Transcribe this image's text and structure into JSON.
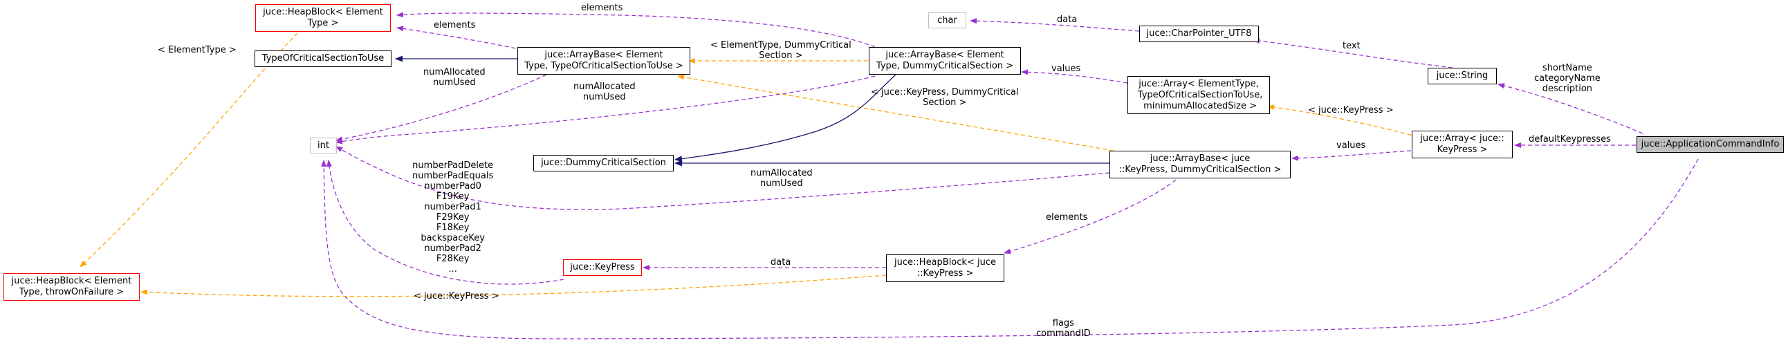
{
  "colors": {
    "member_edge": "#9a32cd",
    "template_edge": "#ffa500",
    "inherit_edge": "#191970",
    "highlight_fill": "#bfbfbf",
    "incomplete_border": "#ff0000"
  },
  "nodes": {
    "heapblock_elementtype": "juce::HeapBlock< Element\nType >",
    "type_of_critical_section": "TypeOfCriticalSectionToUse",
    "arraybase_typeof": "juce::ArrayBase< Element\nType, TypeOfCriticalSectionToUse >",
    "arraybase_dummy": "juce::ArrayBase< Element\nType, DummyCriticalSection >",
    "char": "char",
    "charpointer_utf8": "juce::CharPointer_UTF8",
    "string": "juce::String",
    "array_template": "juce::Array< ElementType,\n TypeOfCriticalSectionToUse,\n minimumAllocatedSize >",
    "int": "int",
    "dummy_critical_section": "juce::DummyCriticalSection",
    "arraybase_keypress": "juce::ArrayBase< juce\n::KeyPress, DummyCriticalSection >",
    "array_keypress": "juce::Array< juce::\nKeyPress >",
    "application_command_info": "juce::ApplicationCommandInfo",
    "heapblock_throw": "juce::HeapBlock< Element\nType, throwOnFailure >",
    "keypress": "juce::KeyPress",
    "heapblock_keypress": "juce::HeapBlock< juce\n::KeyPress >"
  },
  "edge_labels": {
    "elements_top": "elements",
    "elements_mid": "elements",
    "element_type_tmpl": "< ElementType >",
    "data_char": "data",
    "text": "text",
    "string_members": "shortName\ncategoryName\ndescription",
    "values_top": "values",
    "elementtype_dummy_tmpl": "< ElementType, DummyCritical\nSection >",
    "numalloc_1": "numAllocated\nnumUsed",
    "numalloc_2": "numAllocated\nnumUsed",
    "keypress_dummy_tmpl": "< juce::KeyPress, DummyCritical\nSection >",
    "keypress_tmpl_array": "< juce::KeyPress >",
    "default_keypresses": "defaultKeypresses",
    "values_mid": "values",
    "numalloc_3": "numAllocated\nnumUsed",
    "keypress_members": "numberPadDelete\nnumberPadEquals\nnumberPad0\nF19Key\nnumberPad1\nF29Key\nF18Key\nbackspaceKey\nnumberPad2\nF28Key\n...",
    "elements_bottom": "elements",
    "data_keypress": "data",
    "keypress_tmpl_heap": "< juce::KeyPress >",
    "flags_command": "flags\ncommandID"
  }
}
